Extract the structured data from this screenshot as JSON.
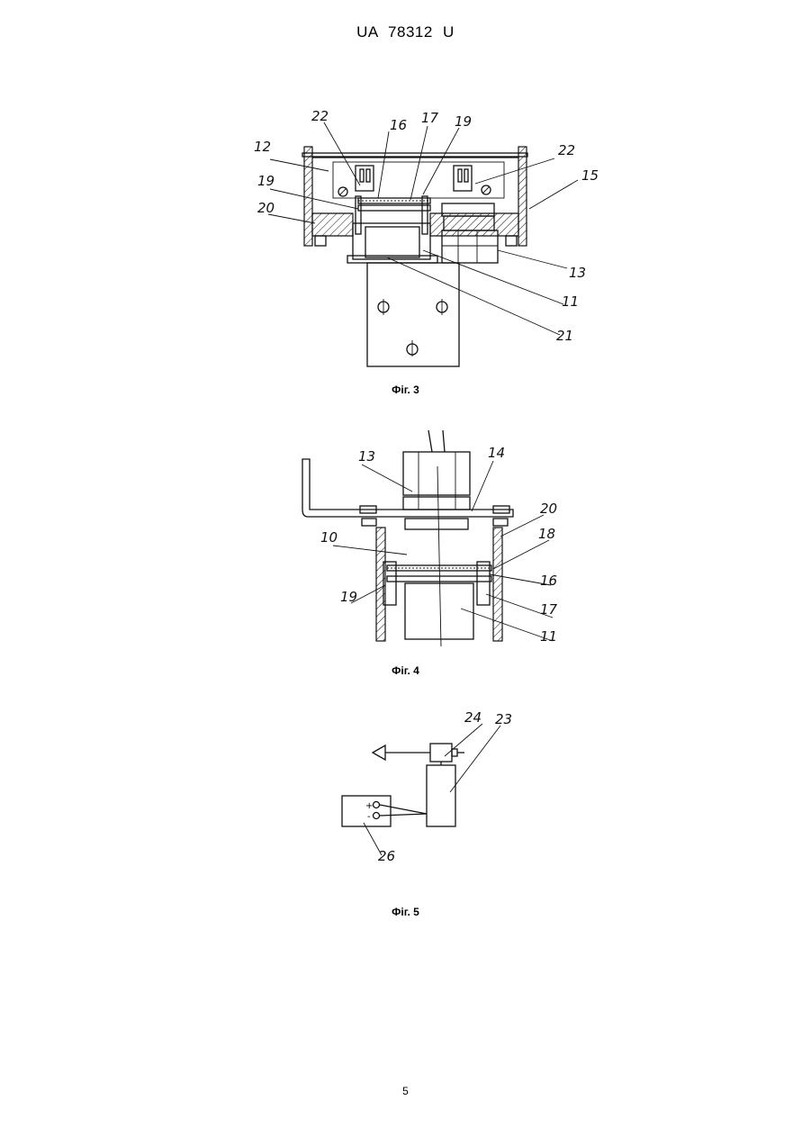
{
  "header": {
    "text": "UA   78312   U"
  },
  "figures": [
    {
      "caption": "Фіг. 3",
      "labels": [
        "22",
        "16",
        "17",
        "19",
        "12",
        "22",
        "15",
        "19",
        "20",
        "13",
        "11",
        "21"
      ]
    },
    {
      "caption": "Фіг. 4",
      "labels": [
        "13",
        "14",
        "20",
        "10",
        "18",
        "16",
        "19",
        "17",
        "11"
      ]
    },
    {
      "caption": "Фіг. 5",
      "labels": [
        "24",
        "23",
        "26"
      ],
      "terminals": [
        "+",
        "-"
      ]
    }
  ],
  "page_number": "5"
}
